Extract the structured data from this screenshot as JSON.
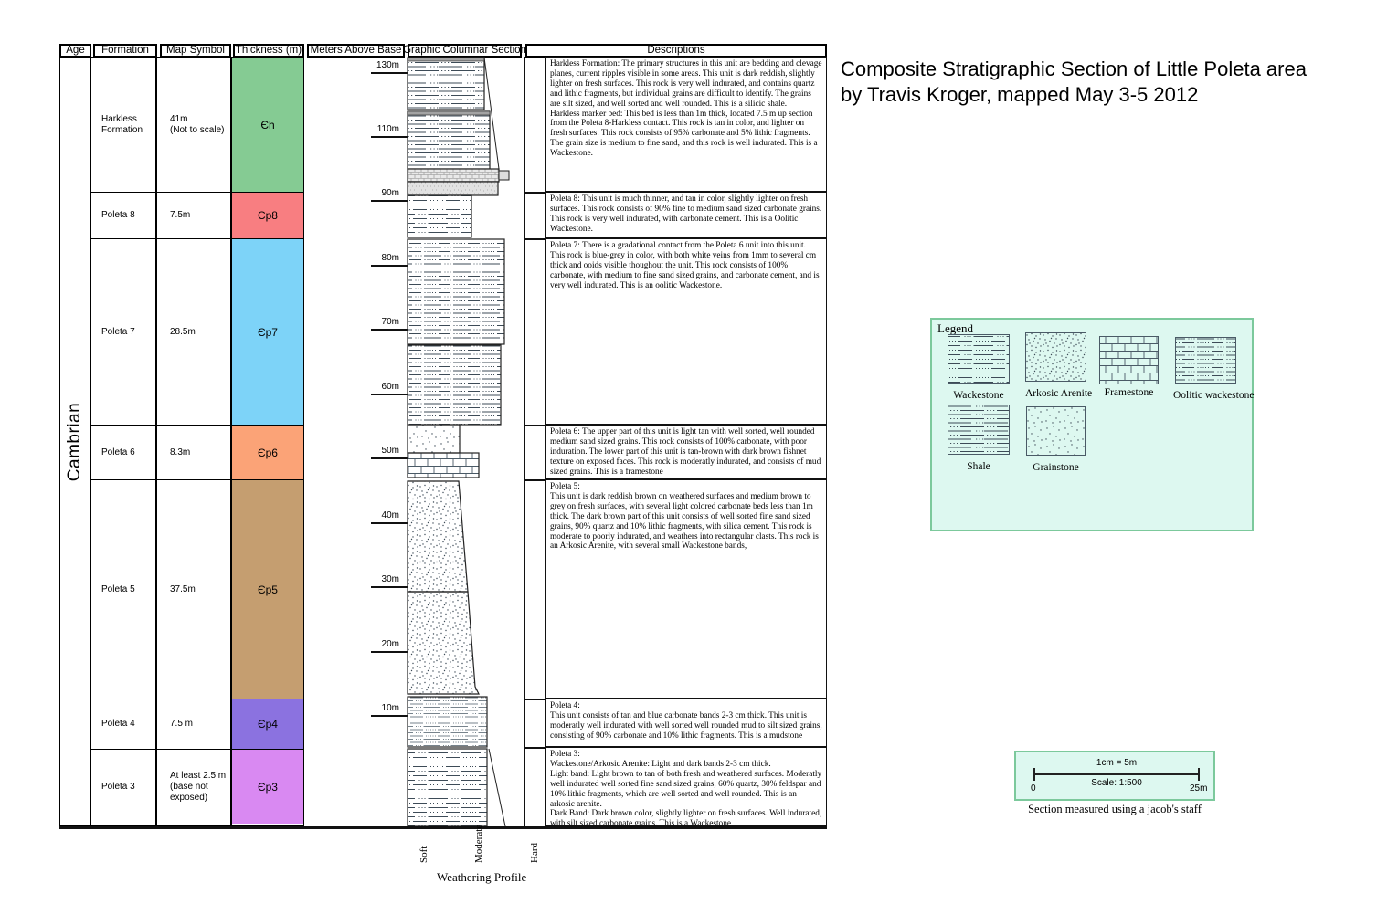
{
  "title": "Composite Stratigraphic Section of Little Poleta area\n by Travis Kroger, mapped May 3-5 2012",
  "table": {
    "headers": [
      "Age",
      "Formation",
      "Map Symbol",
      "Thickness (m)",
      "Meters Above Base",
      "Graphic Columnar Section",
      "Descriptions"
    ],
    "age_label": "Cambrian",
    "rows": [
      {
        "formation": "Harkless\nFormation",
        "thickness": "41m\n(Not to scale)",
        "symbol": "Єh",
        "color": "#85cb93",
        "description": "Harkless Formation:  The primary structures in this unit are bedding and clevage planes, current ripples visible in some areas.  This unit is dark reddish, slightly lighter on fresh surfaces.  This rock is very well indurated, and contains quartz and lithic fragments, but individual grains are difficult to identify.  The grains are silt sized, and well sorted and well rounded. This is a silicic shale.\nHarkless marker bed:  This bed is less than 1m thick, located 7.5 m up section from the Poleta 8-Harkless contact.  This rock is tan in color, and lighter on fresh surfaces.  This rock consists of 95% carbonate and 5% lithic fragments.  The grain size is medium to fine sand, and this rock is well indurated.  This is a Wackestone."
      },
      {
        "formation": "Poleta 8",
        "thickness": "7.5m",
        "symbol": "Єp8",
        "color": "#f87e81",
        "description": "Poleta 8:  This unit is much thinner, and tan in color, slightly lighter on fresh surfaces.  This rock consists of 90% fine to medium sand sized carbonate grains. This rock is very well indurated, with carbonate cement.  This is a Oolitic Wackestone."
      },
      {
        "formation": "Poleta 7",
        "thickness": "28.5m",
        "symbol": "Єp7",
        "color": "#7dd3f8",
        "description": "Poleta 7: There is a gradational contact from the Poleta 6 unit into this unit. This rock is blue-grey in color, with both white veins from 1mm to several cm thick and ooids visible thoughout the unit.  This rock consists of 100% carbonate, with medium to fine sand sized grains, and carbonate cement, and is very well indurated. This is an oolitic Wackestone."
      },
      {
        "formation": "Poleta 6",
        "thickness": "8.3m",
        "symbol": "Єp6",
        "color": "#fba377",
        "description": "Poleta 6:  The upper part of this unit is light tan with well sorted, well rounded medium sand sized grains.  This rock consists of 100% carbonate, with poor induration. The lower part of this unit is tan-brown with dark brown fishnet texture on exposed faces. This rock is moderatly indurated, and consists of mud sized grains.  This is a framestone"
      },
      {
        "formation": "Poleta 5",
        "thickness": "37.5m",
        "symbol": "Єp5",
        "color": "#c59e70",
        "description": "Poleta 5:\n    This unit is dark reddish brown on weathered surfaces and medium brown to grey on fresh surfaces, with several light colored carbonate beds less than 1m thick.  The dark brown part of this unit consists of well sorted fine sand sized grains, 90% quartz and 10% lithic fragments, with silica cement.  This rock is moderate to poorly indurated, and weathers into rectangular clasts.  This rock is an Arkosic Arenite, with several small Wackestone bands,"
      },
      {
        "formation": "Poleta 4",
        "thickness": "7.5 m",
        "symbol": "Єp4",
        "color": "#8b72e0",
        "description": "Poleta 4:\nThis unit consists of tan and blue carbonate bands 2-3 cm thick.  This unit is moderatly well indurated with well sorted well rounded mud to silt sized grains, consisting of 90% carbonate and 10% lithic fragments.  This is a mudstone"
      },
      {
        "formation": "Poleta 3",
        "thickness": "At least 2.5 m\n(base not exposed)",
        "symbol": "Єp3",
        "color": "#d989f2",
        "description": "Poleta 3:\nWackestone/Arkosic Arenite:  Light and dark bands 2-3 cm thick.\nLight band:  Light brown to tan of both fresh and weathered surfaces.  Moderatly well indurated well sorted fine sand sized grains, 60% quartz, 30% feldspar and 10% lithic fragments, which are well sorted and well rounded.  This is an arkosic arenite.\nDark Band: Dark brown color, slightly lighter on fresh surfaces. Well indurated, with silt sized carbonate grains.  This is a Wackestone"
      }
    ]
  },
  "meters": [
    "130m",
    "110m",
    "90m",
    "80m",
    "70m",
    "60m",
    "50m",
    "40m",
    "30m",
    "20m",
    "10m"
  ],
  "weathering": {
    "labels": [
      "Soft",
      "Moderate",
      "Hard"
    ],
    "title": "Weathering Profile"
  },
  "legend": {
    "title": "Legend",
    "items": [
      {
        "label": "Wackestone",
        "pattern": "wackestone-pattern"
      },
      {
        "label": "Arkosic Arenite",
        "pattern": "arkosic-arenite-pattern"
      },
      {
        "label": "Framestone",
        "pattern": "framestone-pattern"
      },
      {
        "label": "Oolitic wackestone",
        "pattern": "oolitic-wackestone-pattern"
      },
      {
        "label": "Shale",
        "pattern": "shale-pattern"
      },
      {
        "label": "Grainstone",
        "pattern": "grainstone-pattern"
      }
    ]
  },
  "scale": {
    "ratio_label": "1cm = 5m",
    "scale_label": "Scale: 1:500",
    "left_value": "0",
    "right_value": "25m",
    "caption": "Section measured using a jacob's staff"
  },
  "colors": {
    "legend_background": "#ddf8f0",
    "legend_border": "#7cc99c"
  }
}
